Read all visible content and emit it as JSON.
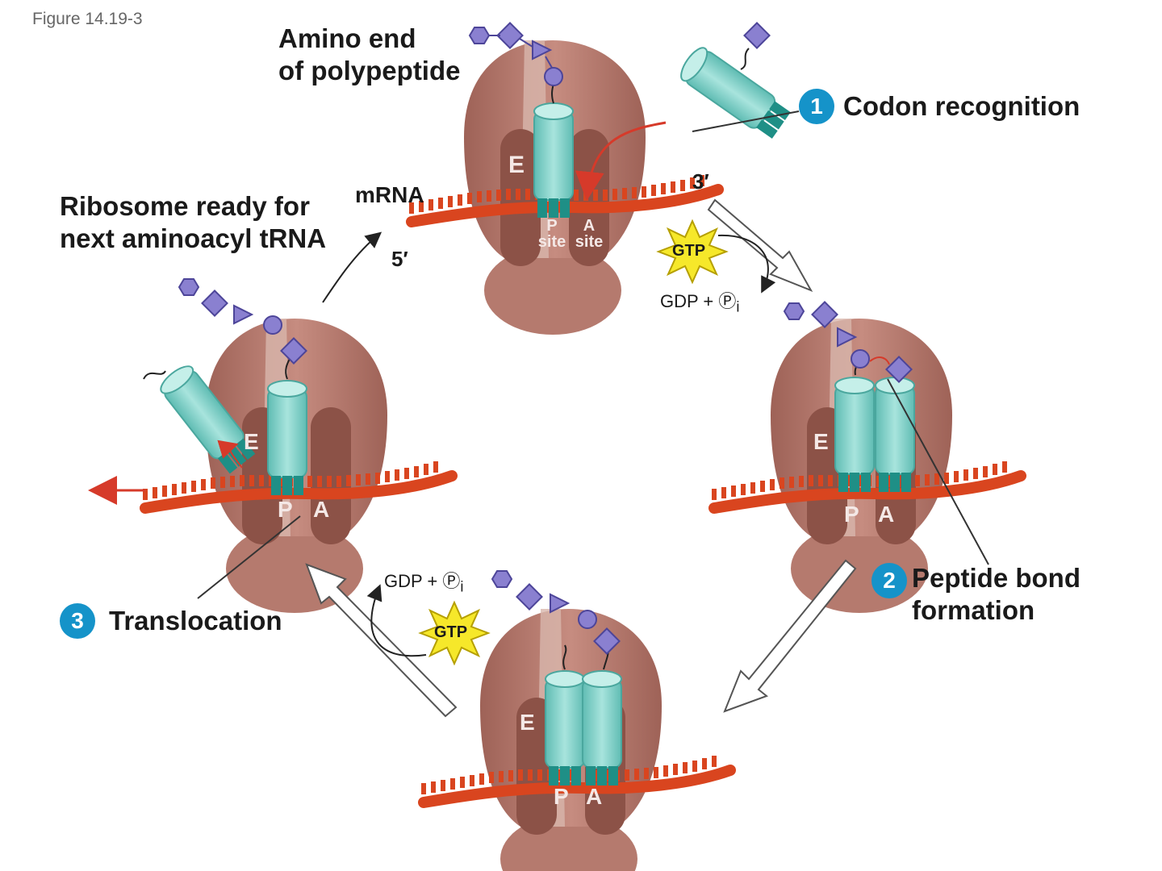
{
  "figure_label": "Figure 14.19-3",
  "labels": {
    "amino_end_line1": "Amino end",
    "amino_end_line2": "of polypeptide",
    "mrna": "mRNA",
    "three_prime": "3′",
    "five_prime": "5′",
    "ribosome_ready_line1": "Ribosome ready for",
    "ribosome_ready_line2": "next aminoacyl tRNA",
    "gdp_pi": "GDP + Ⓟ",
    "gdp_pi_sub": "i",
    "gtp": "GTP"
  },
  "steps": [
    {
      "number": "1",
      "label_line1": "Codon recognition",
      "label_line2": ""
    },
    {
      "number": "2",
      "label_line1": "Peptide bond",
      "label_line2": "formation"
    },
    {
      "number": "3",
      "label_line1": "Translocation",
      "label_line2": ""
    }
  ],
  "sites": {
    "e": "E",
    "p": "P",
    "a": "A",
    "site_word": "site"
  },
  "colors": {
    "ribosome": "#b57a6e",
    "ribosome_dark": "#8c5247",
    "ribosome_channel": "#d8b6ad",
    "mrna": "#d9451f",
    "trna": "#7fd0c8",
    "trna_dark": "#1f8f86",
    "amino_acid": "#8a80d0",
    "gtp": "#f6e82a",
    "step_badge": "#1593c9"
  }
}
